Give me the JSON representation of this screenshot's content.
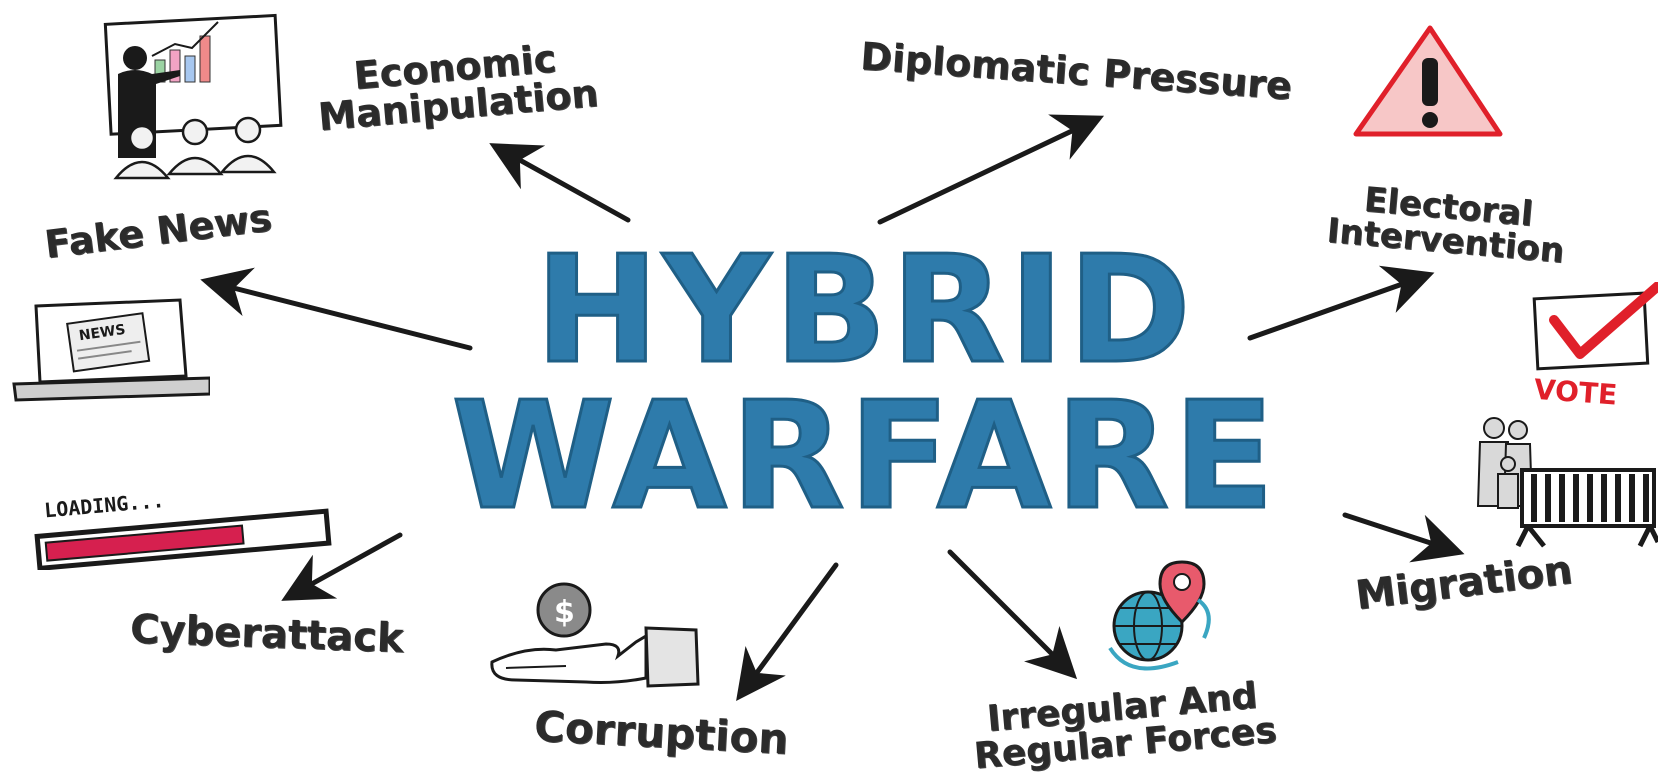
{
  "title": {
    "line1": "HYBRID",
    "line2": "WARFARE",
    "color": "#2e7bab"
  },
  "nodes": {
    "economic": {
      "line1": "Economic",
      "line2": "Manipulation"
    },
    "diplomatic": {
      "text": "Diplomatic Pressure"
    },
    "fake_news": {
      "text": "Fake News"
    },
    "electoral": {
      "line1": "Electoral",
      "line2": "Intervention"
    },
    "cyberattack": {
      "text": "Cyberattack"
    },
    "corruption": {
      "text": "Corruption"
    },
    "irregular": {
      "line1": "Irregular And",
      "line2": "Regular Forces"
    },
    "migration": {
      "text": "Migration"
    }
  },
  "icons": {
    "presentation": "presentation-board-icon",
    "warning": "warning-triangle-icon",
    "laptop": "laptop-news-icon",
    "news_label": "NEWS",
    "vote": "vote-ballot-icon",
    "vote_label": "VOTE",
    "loading_bar": "loading-bar-icon",
    "loading_label": "LOADING...",
    "loading_progress": 0.72,
    "coin_hand": "coin-hand-icon",
    "coin_symbol": "$",
    "globe_pin": "globe-map-pin-icon",
    "family_fence": "family-barrier-icon"
  },
  "colors": {
    "ink": "#1a1a1a",
    "accent_red": "#e0202a",
    "globe_teal": "#3aa6c2"
  }
}
